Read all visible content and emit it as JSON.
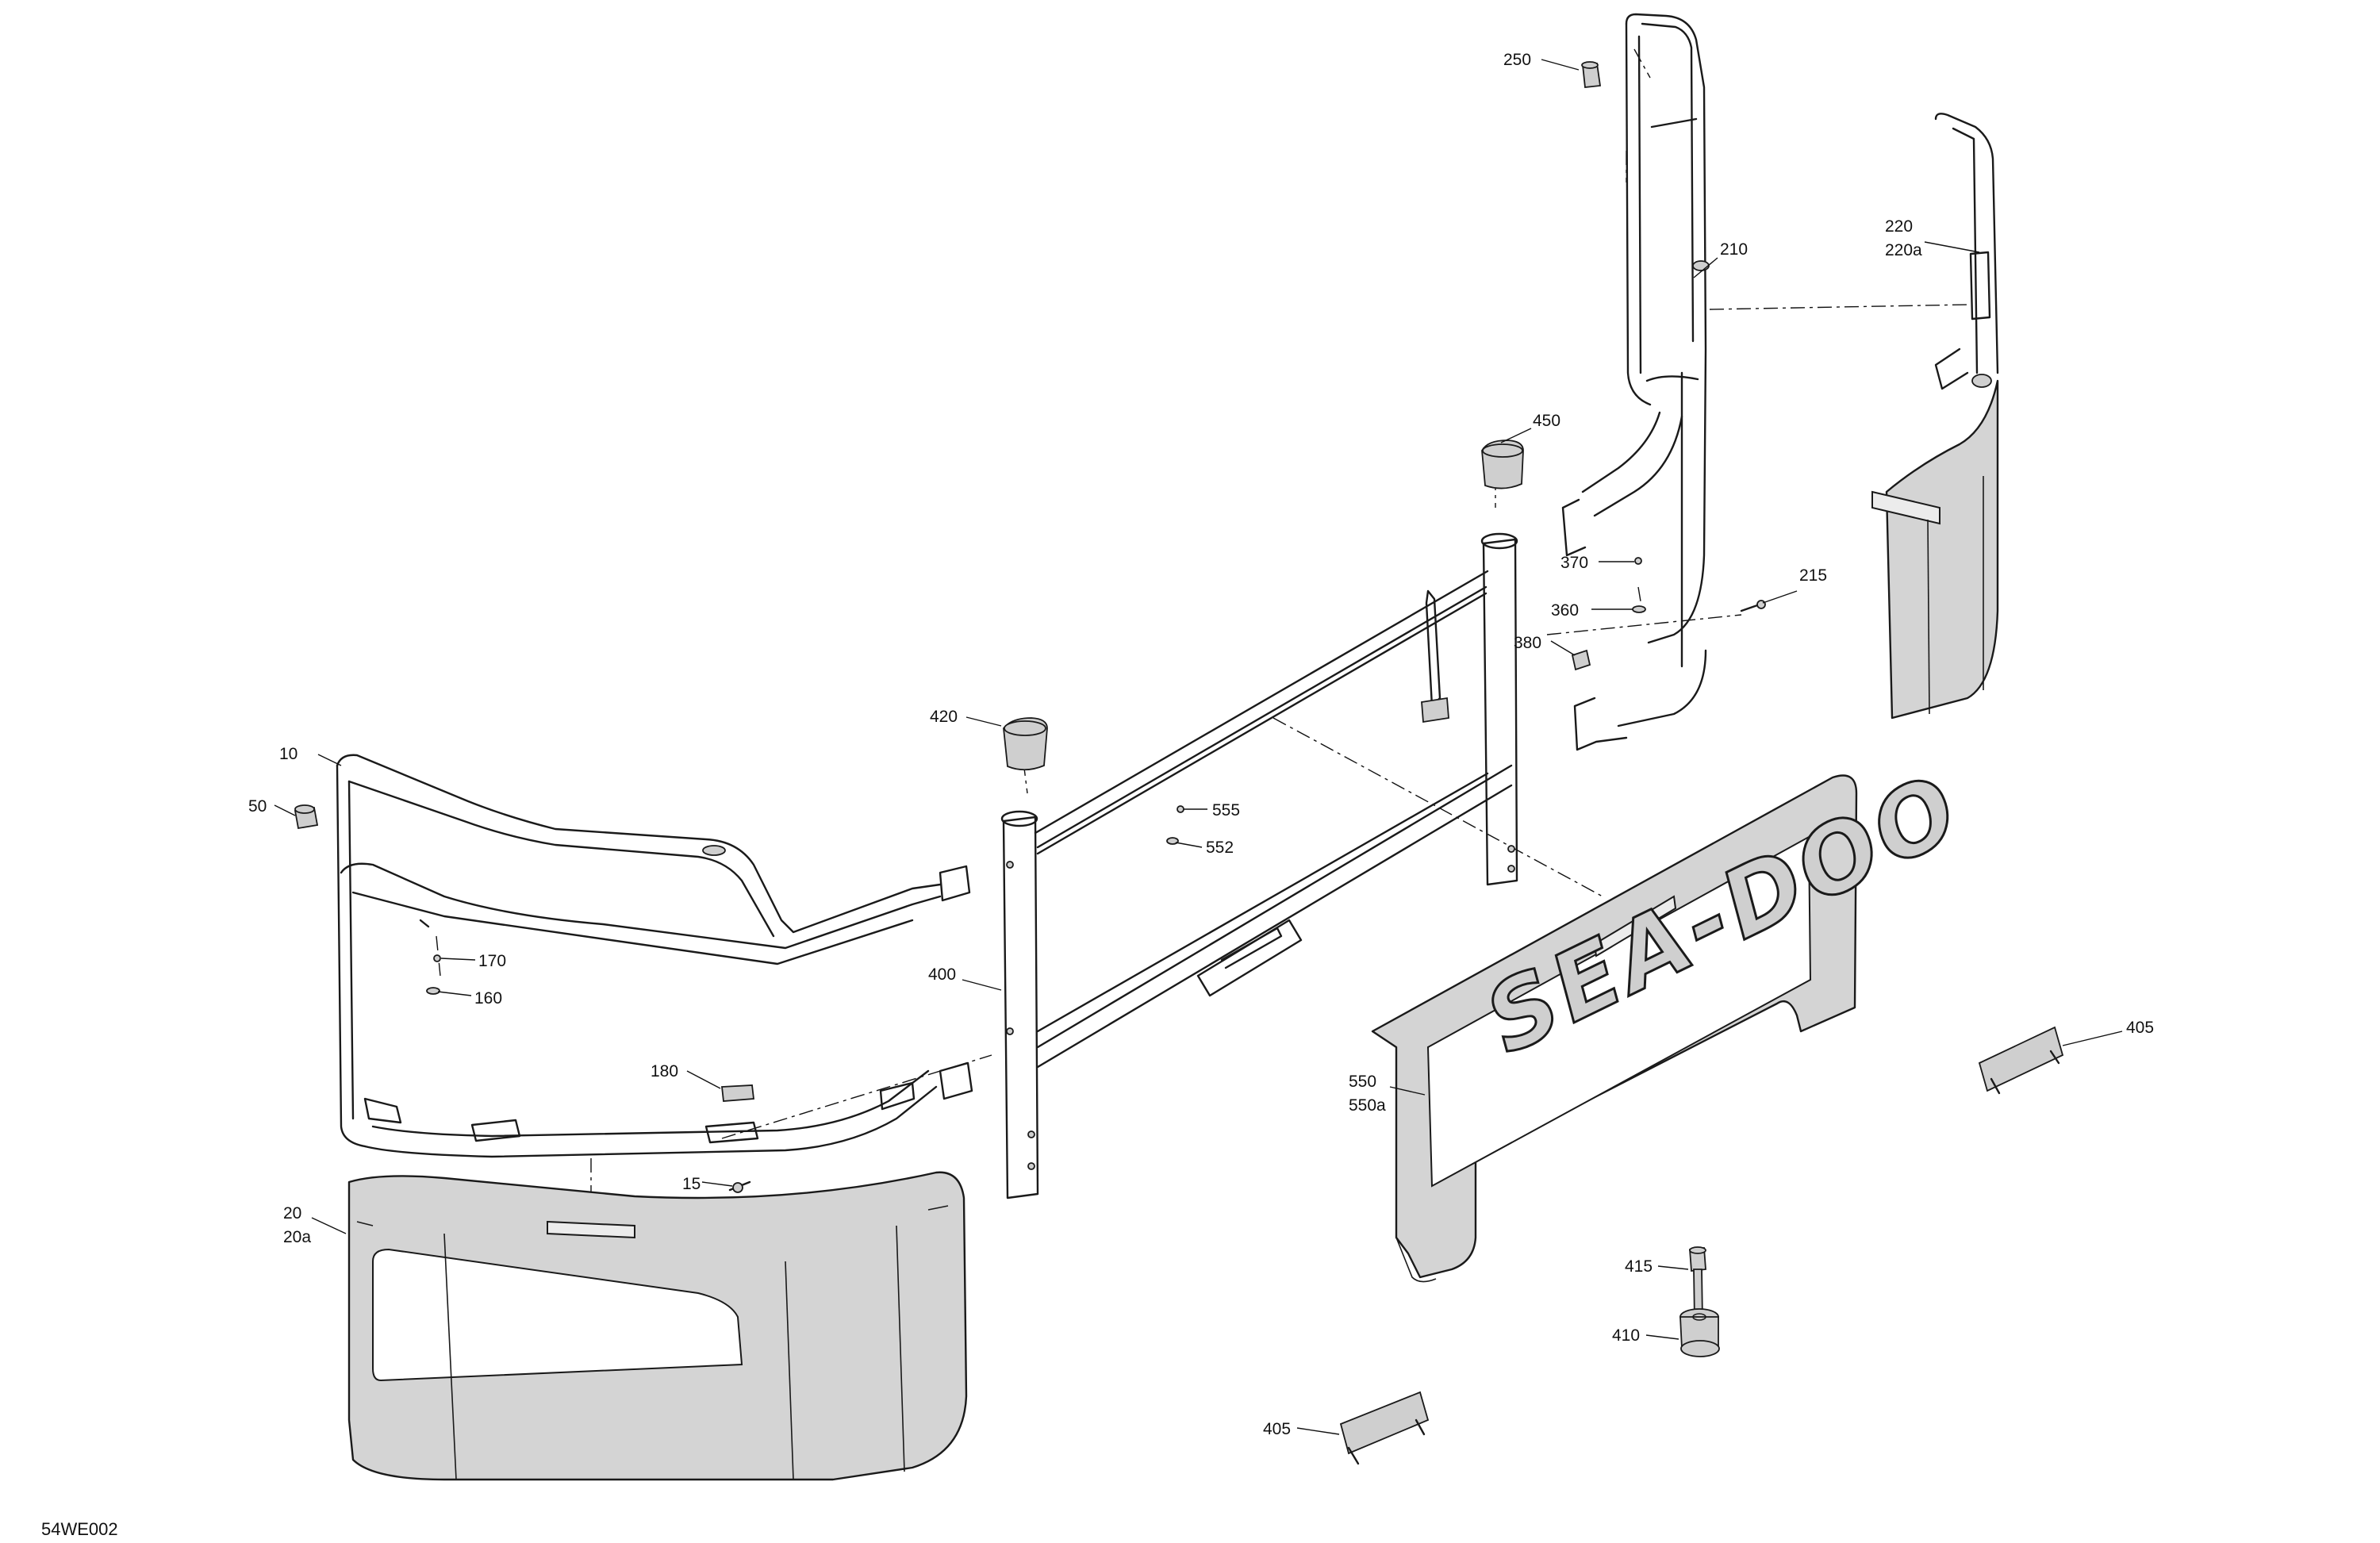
{
  "diagram": {
    "reference_code": "54WE002",
    "callouts": [
      {
        "id": "c-250",
        "label": "250"
      },
      {
        "id": "c-210",
        "label": "210"
      },
      {
        "id": "c-220",
        "label": "220"
      },
      {
        "id": "c-220a",
        "label": "220a"
      },
      {
        "id": "c-450",
        "label": "450"
      },
      {
        "id": "c-370",
        "label": "370"
      },
      {
        "id": "c-360",
        "label": "360"
      },
      {
        "id": "c-215",
        "label": "215"
      },
      {
        "id": "c-380",
        "label": "380"
      },
      {
        "id": "c-420",
        "label": "420"
      },
      {
        "id": "c-10",
        "label": "10"
      },
      {
        "id": "c-50",
        "label": "50"
      },
      {
        "id": "c-555",
        "label": "555"
      },
      {
        "id": "c-552",
        "label": "552"
      },
      {
        "id": "c-170",
        "label": "170"
      },
      {
        "id": "c-160",
        "label": "160"
      },
      {
        "id": "c-400",
        "label": "400"
      },
      {
        "id": "c-180",
        "label": "180"
      },
      {
        "id": "c-15",
        "label": "15"
      },
      {
        "id": "c-550",
        "label": "550"
      },
      {
        "id": "c-550a",
        "label": "550a"
      },
      {
        "id": "c-405-right",
        "label": "405"
      },
      {
        "id": "c-20",
        "label": "20"
      },
      {
        "id": "c-20a",
        "label": "20a"
      },
      {
        "id": "c-415",
        "label": "415"
      },
      {
        "id": "c-410",
        "label": "410"
      },
      {
        "id": "c-405-bottom",
        "label": "405"
      }
    ],
    "logo_text": "SEA-DOO"
  }
}
